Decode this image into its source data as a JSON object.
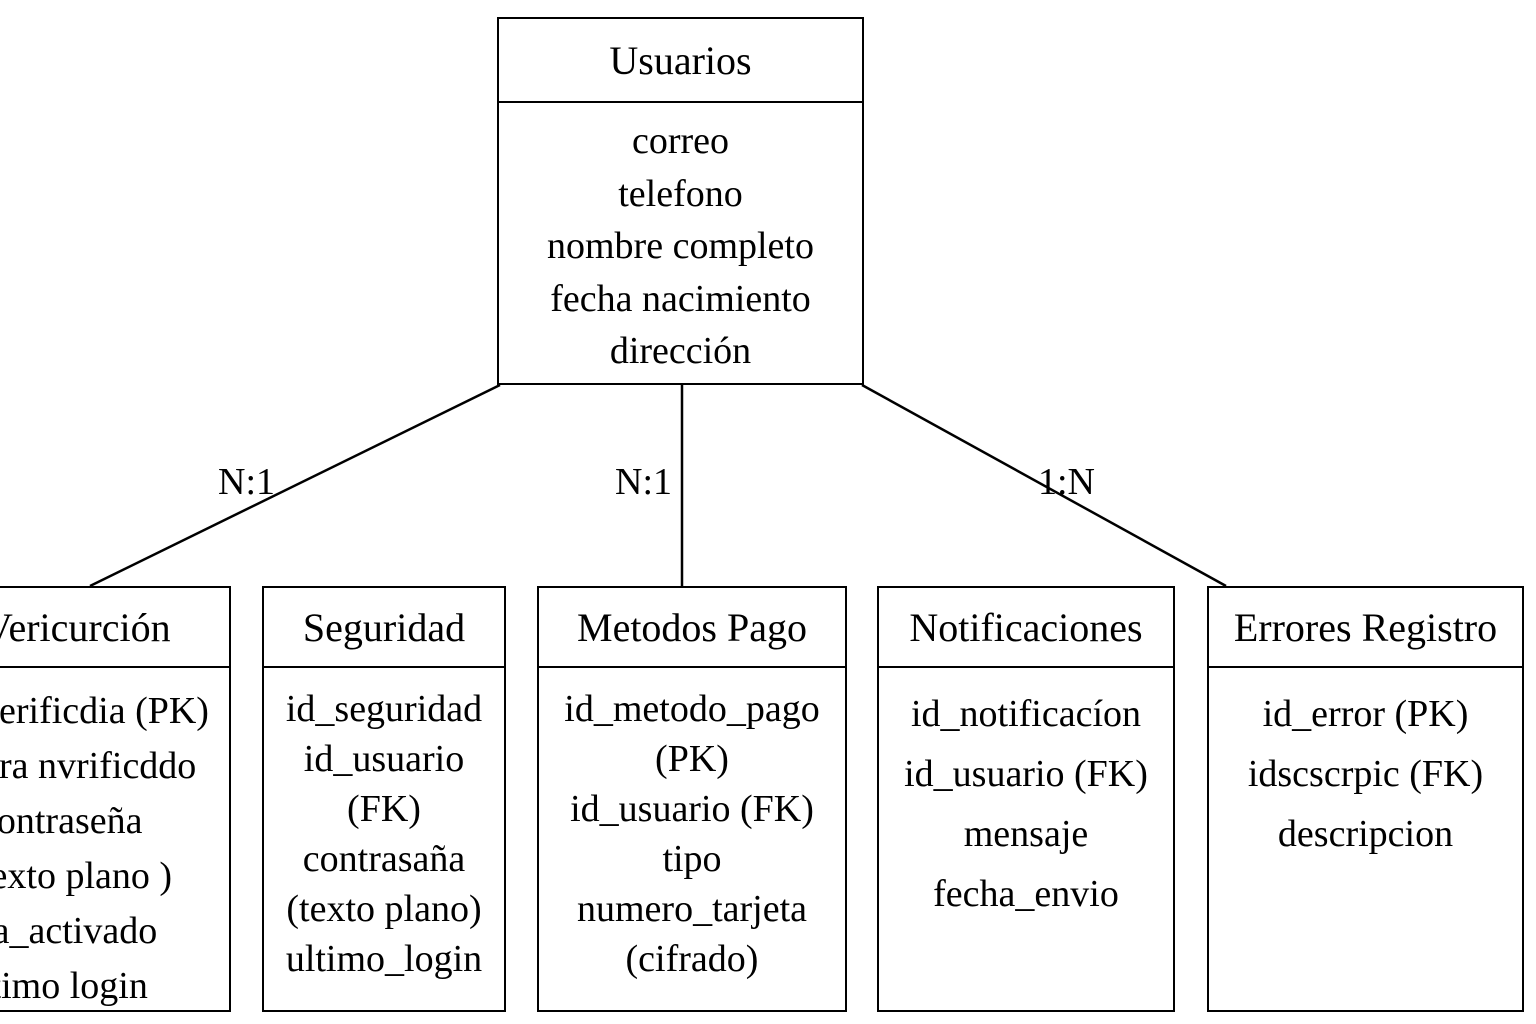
{
  "entities": {
    "usuarios": {
      "title": "Usuarios",
      "attributes": [
        "correo",
        "telefono",
        "nombre completo",
        "fecha nacimiento",
        "dirección"
      ]
    },
    "verificacion": {
      "title": "Vericurción",
      "attributes": [
        "verificdia (PK)",
        "ura nvrificddo",
        "contraseña",
        "texto plano )",
        "fa_activado",
        "ltimo login"
      ]
    },
    "seguridad": {
      "title": "Seguridad",
      "attributes": [
        "id_seguridad",
        "id_usuario",
        "(FK)",
        "contrasaña",
        "(texto plano)",
        "ultimo_login"
      ]
    },
    "metodos_pago": {
      "title": "Metodos Pago",
      "attributes": [
        "id_metodo_pago",
        "(PK)",
        "id_usuario (FK)",
        "tipo",
        "numero_tarjeta",
        "(cifrado)"
      ]
    },
    "notificaciones": {
      "title": "Notificaciones",
      "attributes": [
        "id_notificacíon",
        "id_usuario (FK)",
        "mensaje",
        "fecha_envio"
      ]
    },
    "errores_registro": {
      "title": "Errores Registro",
      "attributes": [
        "id_error (PK)",
        "idscscrpic (FK)",
        "descripcion"
      ]
    }
  },
  "relationships": [
    {
      "label": "N:1",
      "to": "verificacion"
    },
    {
      "label": "N:1",
      "to": "metodos_pago"
    },
    {
      "label": "1:N",
      "to": "errores_registro"
    }
  ]
}
